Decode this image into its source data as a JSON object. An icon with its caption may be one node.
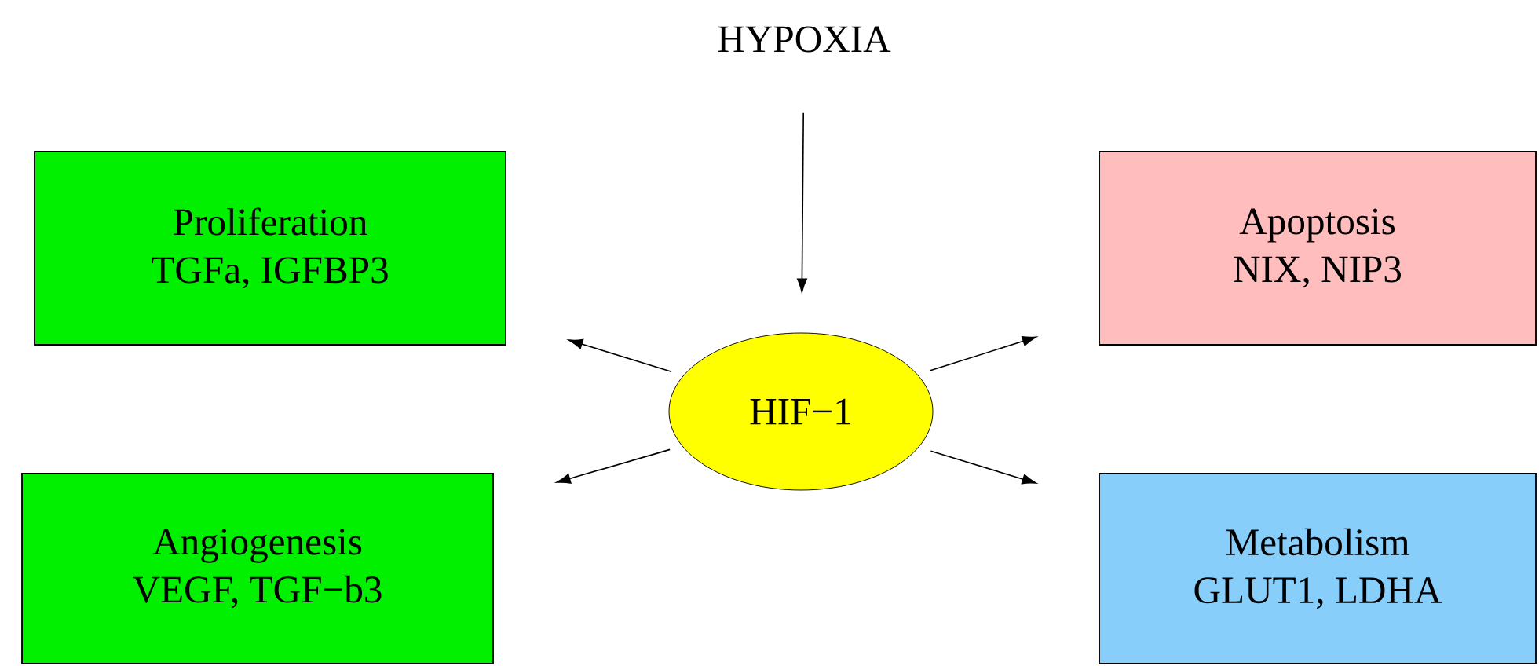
{
  "diagram": {
    "nodes": [
      {
        "text": [
          "HYPOXIA"
        ]
      },
      {
        "text": [
          "HIF−1"
        ]
      },
      {
        "text": [
          "Proliferation",
          "TGFa, IGFBP3"
        ]
      },
      {
        "text": [
          "Apoptosis",
          "NIX, NIP3"
        ]
      },
      {
        "text": [
          "Angiogenesis",
          "VEGF, TGF−b3"
        ]
      },
      {
        "text": [
          "Metabolism",
          "GLUT1, LDHA"
        ]
      }
    ],
    "edges": [
      {
        "from": 0,
        "to": 1,
        "arrow": "to"
      },
      {
        "from": 1,
        "to": 2,
        "arrow": "to"
      },
      {
        "from": 1,
        "to": 3,
        "arrow": "to"
      },
      {
        "from": 1,
        "to": 4,
        "arrow": "to"
      },
      {
        "from": 1,
        "to": 5,
        "arrow": "to"
      }
    ]
  }
}
